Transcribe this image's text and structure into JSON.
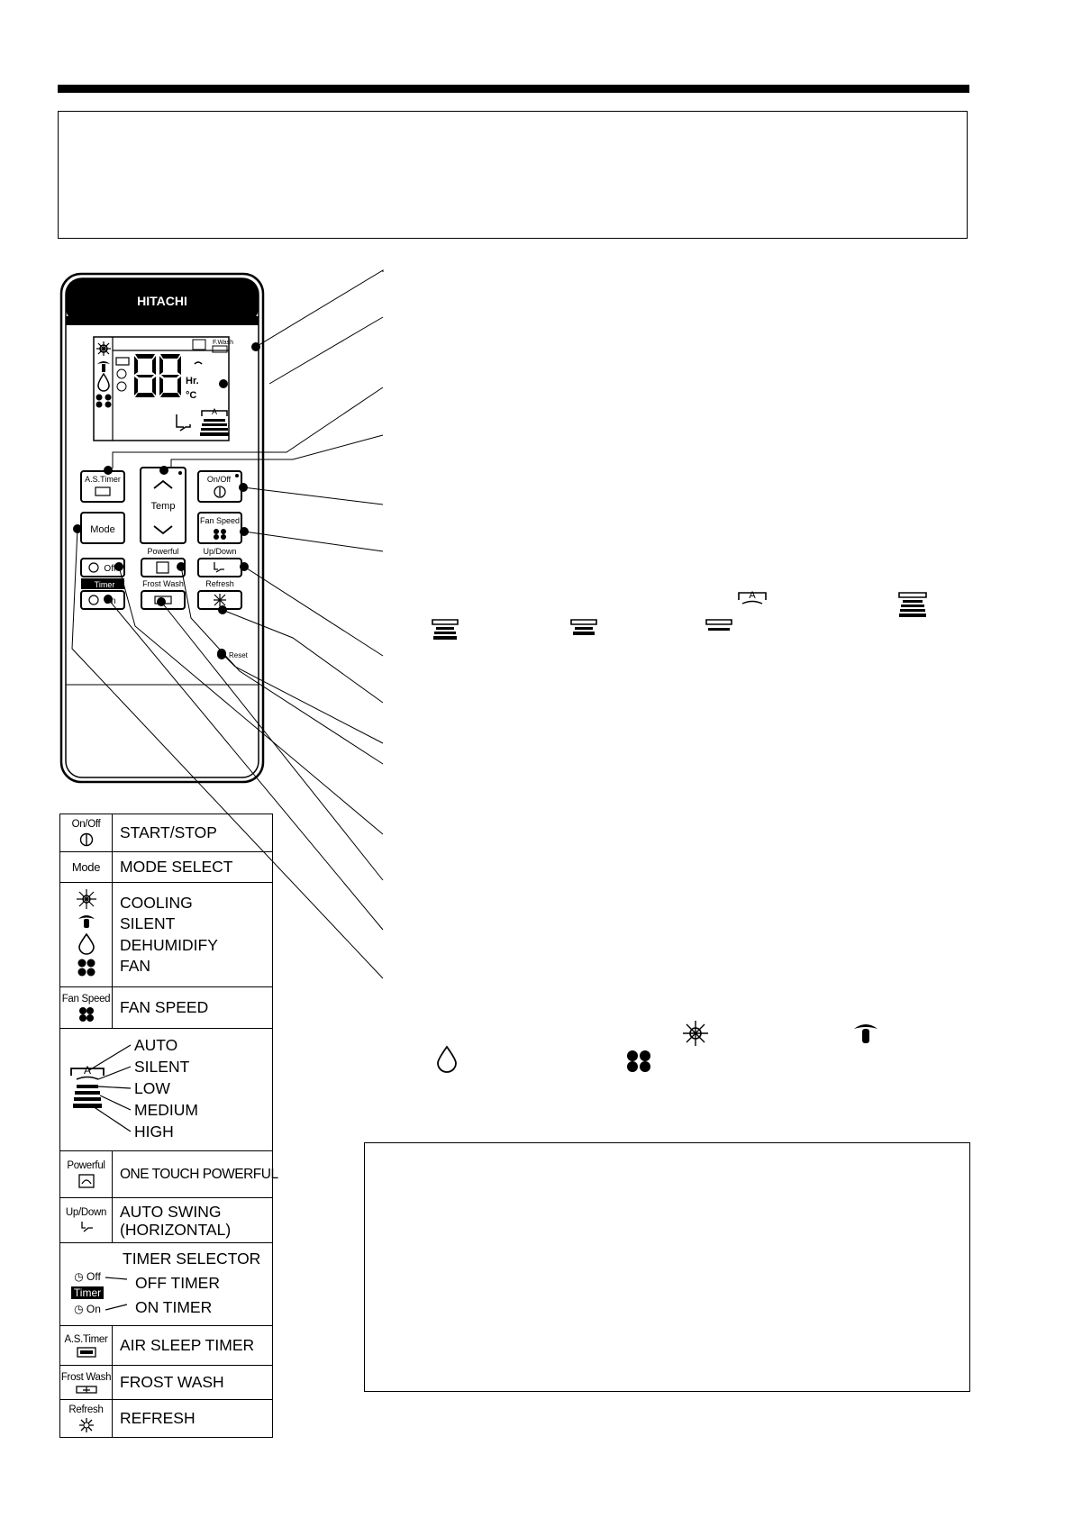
{
  "remote": {
    "brand": "HITACHI",
    "display": {
      "segments": "88",
      "hr": "Hr.",
      "celsius": "°C",
      "frost_wash_label": "F.Wash"
    },
    "buttons": {
      "as_timer": "A.S.Timer",
      "temp": "Temp",
      "on_off": "On/Off",
      "mode": "Mode",
      "fan_speed": "Fan Speed",
      "powerful": "Powerful",
      "up_down": "Up/Down",
      "off": "Off",
      "timer": "Timer",
      "frost_wash": "Frost Wash",
      "refresh": "Refresh",
      "on": "On",
      "reset": "Reset"
    }
  },
  "legend": {
    "rows": [
      {
        "icon_label": "On/Off",
        "icon": "power-icon",
        "text": "START/STOP"
      },
      {
        "icon_label": "Mode",
        "icon": "",
        "text": "MODE SELECT"
      },
      {
        "icon": "mode-icons",
        "lines": [
          "COOLING",
          "SILENT",
          "DEHUMIDIFY",
          "FAN"
        ]
      },
      {
        "icon_label": "Fan Speed",
        "icon": "fan-icon",
        "text": "FAN SPEED"
      },
      {
        "icon": "fan-level-icon",
        "lines": [
          "AUTO",
          "SILENT",
          "LOW",
          "MEDIUM",
          "HIGH"
        ]
      },
      {
        "icon_label": "Powerful",
        "icon": "powerful-icon",
        "text": "ONE TOUCH POWERFUL"
      },
      {
        "icon_label": "Up/Down",
        "icon": "swing-icon",
        "lines": [
          "AUTO SWING",
          "(HORIZONTAL)"
        ]
      },
      {
        "icon": "timer-icons",
        "title": "TIMER SELECTOR",
        "off_timer": "OFF TIMER",
        "on_timer": "ON TIMER",
        "off_label": "Off",
        "timer_label": "Timer",
        "on_label": "On"
      },
      {
        "icon_label": "A.S.Timer",
        "icon": "sleep-timer-icon",
        "text": "AIR SLEEP TIMER"
      },
      {
        "icon_label": "Frost Wash",
        "icon": "frost-wash-icon",
        "text": "FROST WASH"
      },
      {
        "icon_label": "Refresh",
        "icon": "refresh-icon",
        "text": "REFRESH"
      }
    ]
  }
}
